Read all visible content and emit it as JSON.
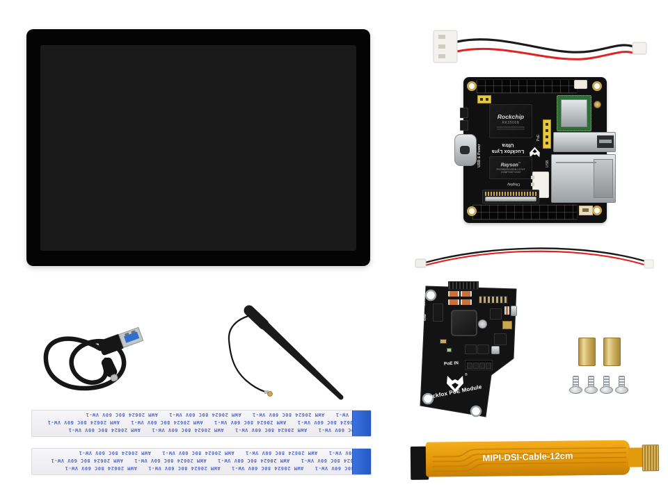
{
  "dev_board": {
    "soc_brand": "Rockchip",
    "soc_model": "RK3506B",
    "board_name": "Luckfox Lyra Ultra",
    "ram_brand": "Rayson",
    "ram_trademark": "™",
    "ram_part_number": "RS256M16V5DB-107AT",
    "ram_lot_code": "2438P24071S03",
    "usb_power_port_label": "USB & Power",
    "usb_port_label": "USB",
    "display_connector_label": "Display",
    "poe_header_label": "PoE"
  },
  "poe_module": {
    "pin_label_5v": "5V",
    "pin_label_gnd": "GND",
    "input_header_label": "PoE IN",
    "module_name": "Luckfox PoE Module",
    "registered_mark": "®"
  },
  "mipi_cable": {
    "printed_label": "MIPI-DSI-Cable-12cm"
  },
  "ffc_cable": {
    "printed_marking": "AWM 20624 80C 60V VW-1"
  },
  "colors": {
    "background": "#ffffff",
    "pcb_black": "#111111",
    "flex_cable_orange": "#eda30f",
    "ffc_text_blue": "#4a63cc",
    "ffc_stiffener_blue": "#2e6bd8",
    "wire_red": "#e02222",
    "wire_black": "#1b1b1b",
    "brass_standoff": "#d9bd72",
    "metal_silver": "#c9ccce",
    "usb3_connector_blue": "#2e6fd0"
  }
}
